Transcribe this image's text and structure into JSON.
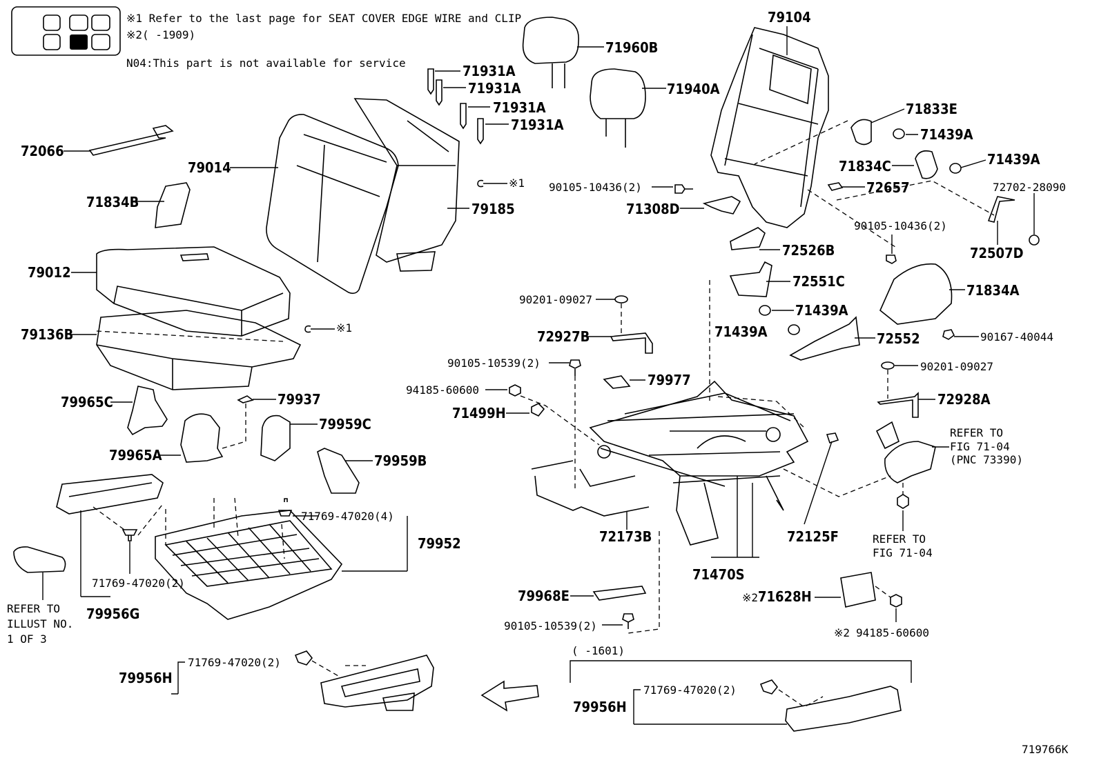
{
  "notes": {
    "note1": "※1 Refer to the last page for SEAT COVER EDGE WIRE and CLIP",
    "note2": "※2(    -1909)",
    "note3": "N04:This part is not available for service"
  },
  "labels": {
    "p79104": "79104",
    "p71960B": "71960B",
    "p71940A": "71940A",
    "p71931A_1": "71931A",
    "p71931A_2": "71931A",
    "p71931A_3": "71931A",
    "p71931A_4": "71931A",
    "p72066": "72066",
    "p79014": "79014",
    "p71834B": "71834B",
    "p79185": "79185",
    "p79012": "79012",
    "p79136B": "79136B",
    "ref1a": "※1",
    "ref1b": "※1",
    "p71833E": "71833E",
    "p71439A_1": "71439A",
    "p71439A_2": "71439A",
    "p71834C": "71834C",
    "p90105_10436_a": "90105-10436(2)",
    "p72657": "72657",
    "p72702": "72702-28090",
    "p71308D": "71308D",
    "p90105_10436_b": "90105-10436(2)",
    "p72526B": "72526B",
    "p72507D": "72507D",
    "p72551C": "72551C",
    "p90201_a": "90201-09027",
    "p71834A": "71834A",
    "p71439A_3": "71439A",
    "p71439A_4": "71439A",
    "p72552": "72552",
    "p72927B": "72927B",
    "p90167": "90167-40044",
    "p90105_10539_a": "90105-10539(2)",
    "p90201_b": "90201-09027",
    "p79977": "79977",
    "p94185_a": "94185-60600",
    "p72928A": "72928A",
    "p79965C": "79965C",
    "p79937": "79937",
    "p71499H": "71499H",
    "ref_fig_a1": "REFER TO",
    "ref_fig_a2": "FIG 71-04",
    "ref_fig_a3": "(PNC 73390)",
    "p79959C": "79959C",
    "p79965A": "79965A",
    "p79959B": "79959B",
    "p71769_4": "71769-47020(4)",
    "p79952": "79952",
    "p72173B": "72173B",
    "p72125F": "72125F",
    "ref_fig_b1": "REFER TO",
    "ref_fig_b2": "FIG 71-04",
    "p71769_2a": "71769-47020(2)",
    "p71470S": "71470S",
    "ref_ill1": "REFER TO",
    "ref_ill2": "ILLUST NO.",
    "ref_ill3": "1 OF 3",
    "p79956G": "79956G",
    "p79968E": "79968E",
    "p71628H": "71628H",
    "p71628H_mark": "※2",
    "p90105_10539_b": "90105-10539(2)",
    "p94185_b": "94185-60600",
    "p94185_b_mark": "※2",
    "p1601": "(   -1601)",
    "p79956H_a": "79956H",
    "p71769_2b": "71769-47020(2)",
    "p79956H_b": "79956H",
    "p71769_2c": "71769-47020(2)",
    "drawing_no": "719766K"
  }
}
